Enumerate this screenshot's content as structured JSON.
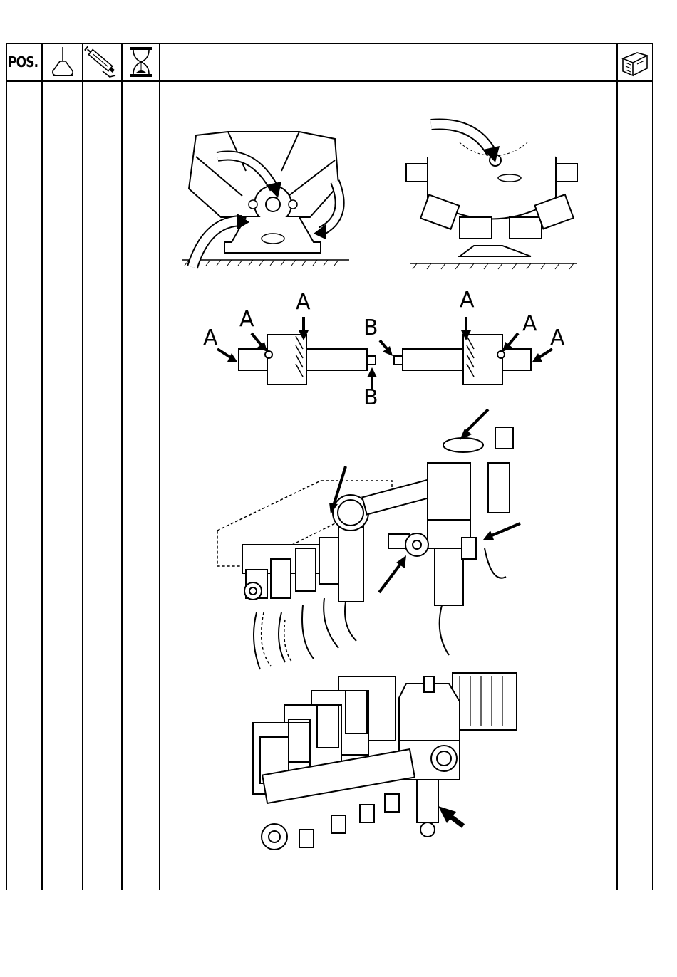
{
  "header": {
    "pos_label": "POS.",
    "icons": [
      "oil-can-icon",
      "grease-gun-icon",
      "hourglass-icon",
      "manual-book-icon"
    ]
  },
  "figures": {
    "pump": {
      "icons": [
        "curved-arrow-icon"
      ]
    },
    "pto_shaft": {
      "labels": [
        "A",
        "A",
        "A",
        "B",
        "B",
        "A",
        "A",
        "A"
      ]
    },
    "manifold": {
      "icons": [
        "arrow-icon"
      ]
    },
    "electric_valves": {
      "icons": [
        "arrow-icon"
      ]
    }
  }
}
